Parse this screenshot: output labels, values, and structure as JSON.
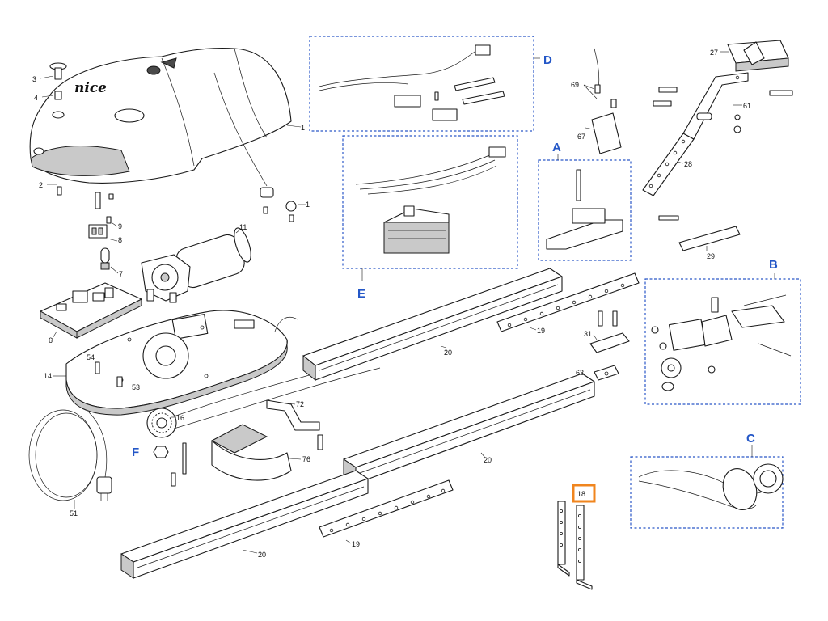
{
  "brand_text": "nice",
  "group_letters": {
    "a": "A",
    "b": "B",
    "c": "C",
    "d": "D",
    "e": "E",
    "f": "F"
  },
  "callouts": {
    "p1": "1",
    "p1b": "1",
    "p2": "2",
    "p3": "3",
    "p4": "4",
    "p6": "6",
    "p7": "7",
    "p8": "8",
    "p9": "9",
    "p11": "11",
    "p14": "14",
    "p16": "16",
    "p18": "18",
    "p19a": "19",
    "p19b": "19",
    "p20a": "20",
    "p20b": "20",
    "p20c": "20",
    "p27": "27",
    "p28": "28",
    "p29": "29",
    "p31": "31",
    "p51": "51",
    "p53": "53",
    "p54": "54",
    "p61": "61",
    "p63": "63",
    "p67": "67",
    "p69": "69",
    "p72": "72",
    "p76": "76"
  },
  "highlight": {
    "part": "18",
    "color": "#f0851e"
  },
  "colors": {
    "group_box": "#2b58c8",
    "group_letter": "#2457c7",
    "line_art": "#1a1a1a"
  }
}
